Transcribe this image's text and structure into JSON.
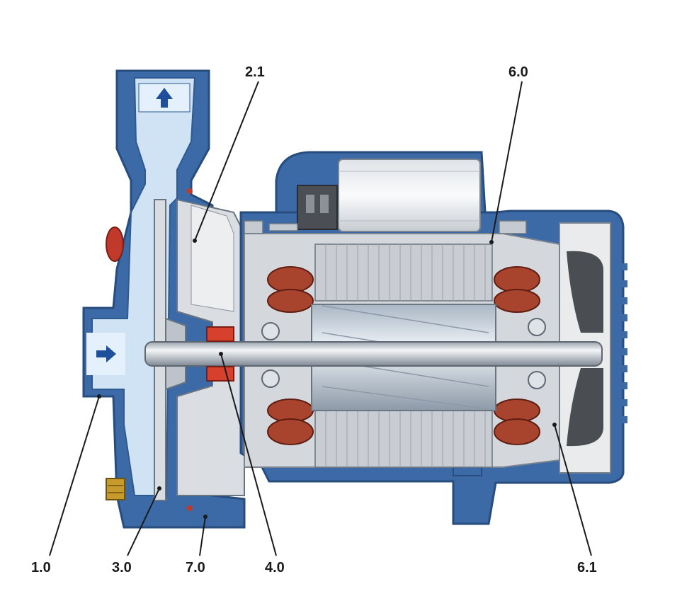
{
  "diagram": {
    "labels": [
      {
        "id": "1.0",
        "text": "1.0"
      },
      {
        "id": "2.1",
        "text": "2.1"
      },
      {
        "id": "3.0",
        "text": "3.0"
      },
      {
        "id": "4.0",
        "text": "4.0"
      },
      {
        "id": "6.0",
        "text": "6.0"
      },
      {
        "id": "6.1",
        "text": "6.1"
      },
      {
        "id": "7.0",
        "text": "7.0"
      }
    ],
    "colors": {
      "casing_blue": "#3b6aa6",
      "water_light": "#cfe3f5",
      "steel_grey": "#c9cdd3",
      "copper_red": "#a8442e",
      "arrow_blue": "#1f4f9a"
    },
    "icons": [
      "arrow-up-icon",
      "arrow-right-icon"
    ]
  }
}
